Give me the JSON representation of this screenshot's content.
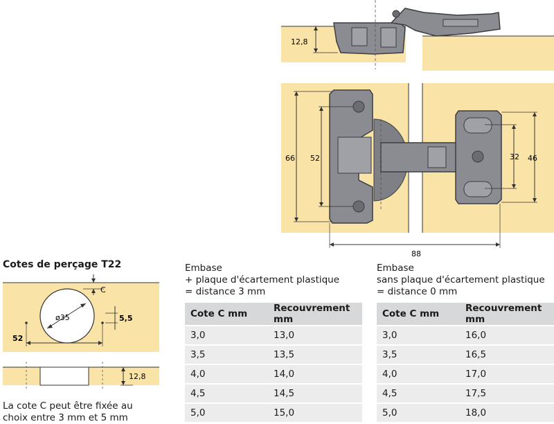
{
  "colors": {
    "wood": "#fae3a6",
    "metal": "#8a8c92",
    "metal_dark": "#4a4c52",
    "table_head": "#d7d8da",
    "table_row": "#ececec"
  },
  "top_view": {
    "dim_thickness": "12,8"
  },
  "front_view": {
    "dim_66": "66",
    "dim_52": "52",
    "dim_32": "32",
    "dim_46": "46",
    "dim_88": "88"
  },
  "drilling": {
    "title": "Cotes de perçage T22",
    "label_c": "C",
    "label_diameter": "ø35",
    "label_55": "5,5",
    "label_52": "52",
    "label_128": "12,8",
    "note_line1": "La cote C peut être fixée au",
    "note_line2": "choix entre 3 mm et 5 mm"
  },
  "table_left": {
    "caption_line1": "Embase",
    "caption_line2": "+ plaque d'écartement plastique",
    "caption_line3": "= distance 3 mm",
    "headers": [
      "Cote C mm",
      "Recouvrement mm"
    ],
    "rows": [
      [
        "3,0",
        "13,0"
      ],
      [
        "3,5",
        "13,5"
      ],
      [
        "4,0",
        "14,0"
      ],
      [
        "4,5",
        "14,5"
      ],
      [
        "5,0",
        "15,0"
      ]
    ]
  },
  "table_right": {
    "caption_line1": "Embase",
    "caption_line2": "sans plaque d'écartement plastique",
    "caption_line3": "= distance 0 mm",
    "headers": [
      "Cote C mm",
      "Recouvrement mm"
    ],
    "rows": [
      [
        "3,0",
        "16,0"
      ],
      [
        "3,5",
        "16,5"
      ],
      [
        "4,0",
        "17,0"
      ],
      [
        "4,5",
        "17,5"
      ],
      [
        "5,0",
        "18,0"
      ]
    ]
  }
}
